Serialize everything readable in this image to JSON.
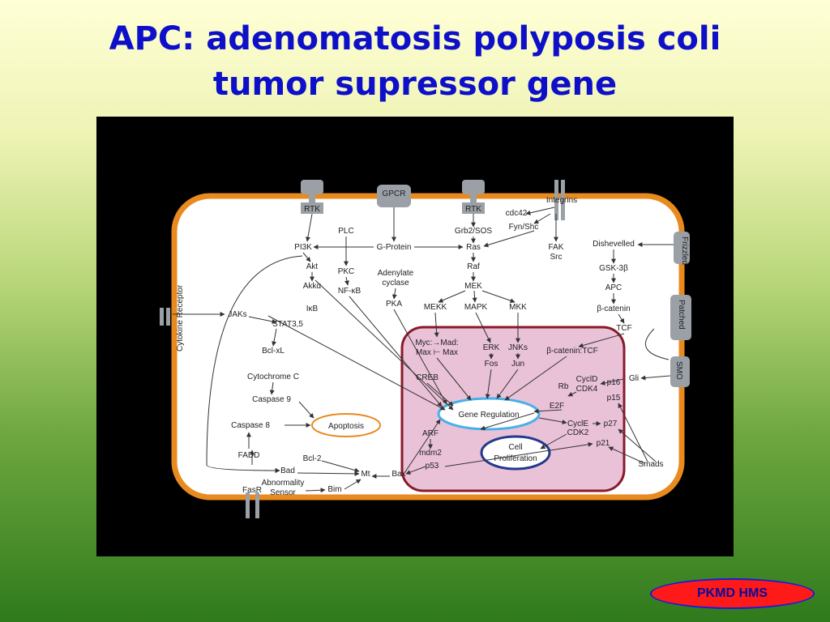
{
  "title": {
    "line1": "APC:  adenomatosis polyposis coli",
    "line2": "tumor supressor gene"
  },
  "footer_badge": "PKMD HMS",
  "colors": {
    "title": "#0d10c8",
    "cell_border": "#e88a1e",
    "nucleus_fill": "#e9c2d8",
    "nucleus_border": "#8a1a2a",
    "receptor": "#9aa0a6",
    "badge_fill": "#ff1a1a"
  },
  "diagram": {
    "receptors": {
      "rtk_left": "RTK",
      "gpcr": "GPCR",
      "rtk_right": "RTK",
      "integrins": "Integrins",
      "frizzled": "Frizzled",
      "patched": "Patched",
      "smo": "SMO",
      "cytokine": "Cytokine Receptor",
      "fasr": "FasR"
    },
    "nodes": {
      "pi3k": "PI3K",
      "plc": "PLC",
      "gprotein": "G-Protein",
      "grb2sos": "Grb2/SOS",
      "cdc42": "cdc42",
      "fynshc": "Fyn/Shc",
      "akt": "Akt",
      "pkc": "PKC",
      "adenylate": "Adenylate",
      "cyclase": "cyclase",
      "ras": "Ras",
      "fak": "FAK",
      "src": "Src",
      "dishevelled": "Dishevelled",
      "akka": "Akkα",
      "nfkb": "NF-κB",
      "raf": "Raf",
      "gsk3b": "GSK-3β",
      "mek": "MEK",
      "apc": "APC",
      "ikb": "IκB",
      "pka": "PKA",
      "mekk": "MEKK",
      "mapk": "MAPK",
      "mkk": "MKK",
      "bcatenin": "β-catenin",
      "jaks": "JAKs",
      "stat35": "STAT3,5",
      "tcf": "TCF",
      "bclxl": "Bcl-xL",
      "cytochromec": "Cytochrome C",
      "caspase9": "Caspase 9",
      "caspase8": "Caspase 8",
      "fadd": "FADD",
      "bad": "Bad",
      "bcl2": "Bcl-2",
      "mt": "Mt",
      "abnormality": "Abnormality",
      "sensor": "Sensor",
      "bim": "Bim",
      "mycmad": "Myc:→Mad:",
      "maxmax": "Max ⊢ Max",
      "erk": "ERK",
      "fos": "Fos",
      "jnks": "JNKs",
      "jun": "Jun",
      "bcattcf": "β-catenin:TCF",
      "creb": "CREB",
      "cycd": "CyclD",
      "cdk4": "CDK4",
      "p16": "p16",
      "gli": "Gli",
      "rb": "Rb",
      "p15": "p15",
      "e2f": "E2F",
      "cyce": "CyclE",
      "cdk2": "CDK2",
      "p27": "p27",
      "p21": "p21",
      "arf": "ARF",
      "mdm2": "mdm2",
      "p53": "p53",
      "bax": "Bax",
      "smads": "Smads"
    },
    "bubbles": {
      "apoptosis": "Apoptosis",
      "gene_regulation": "Gene Regulation",
      "cell_prolif_1": "Cell",
      "cell_prolif_2": "Proliferation"
    }
  }
}
